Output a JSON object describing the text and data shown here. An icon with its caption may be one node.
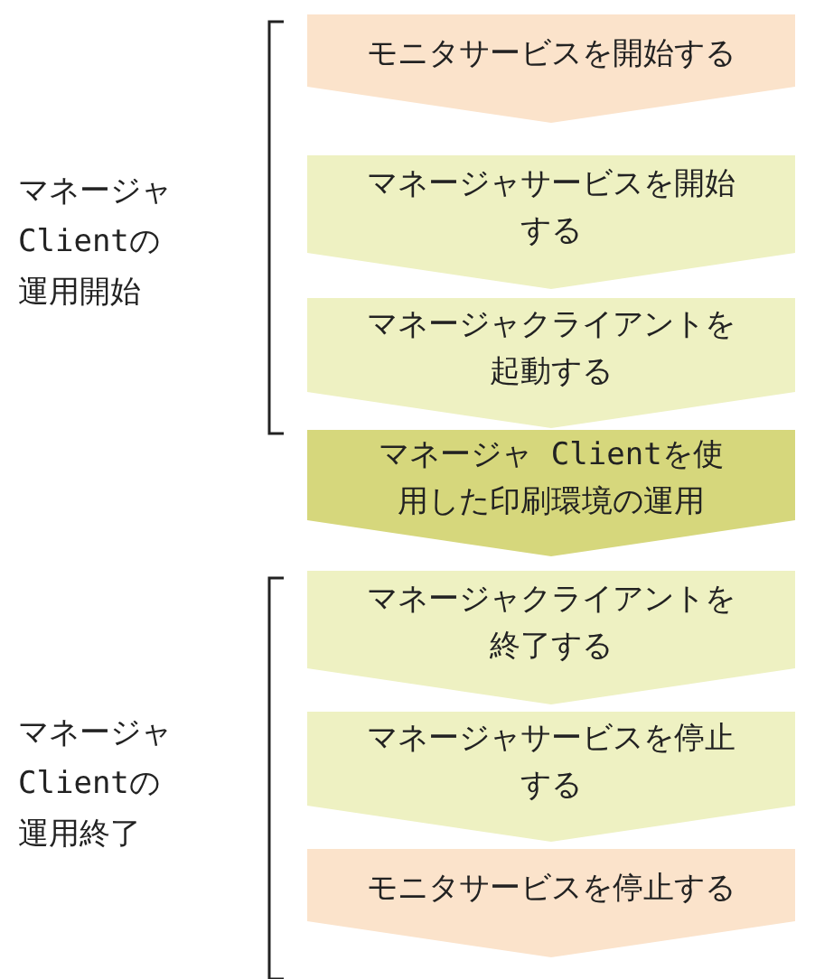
{
  "diagram": {
    "nodes": [
      {
        "text": [
          "モニタサービスを開始する"
        ]
      },
      {
        "text": [
          "マネージャサービスを開始する"
        ]
      },
      {
        "text": [
          "マネージャクライアントを起動する"
        ]
      },
      {
        "text": [
          "マネージャ Clientを使用した印刷環境の運用"
        ]
      },
      {
        "text": [
          "マネージャクライアントを終了する"
        ]
      },
      {
        "text": [
          "マネージャサービスを停止する"
        ]
      },
      {
        "text": [
          "モニタサービスを停止する"
        ]
      }
    ],
    "labels": [
      "マネージャClientの運用開始",
      "マネージャClientの運用終了"
    ]
  }
}
